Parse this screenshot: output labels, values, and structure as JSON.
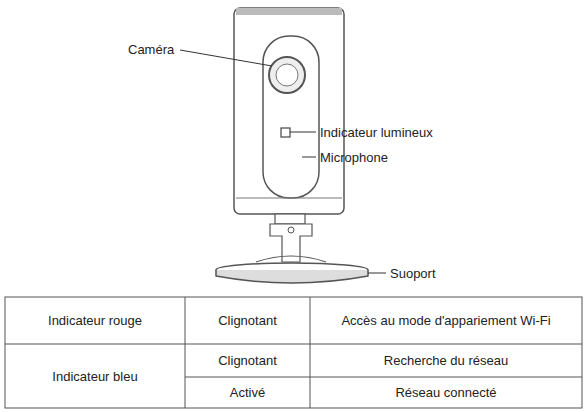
{
  "diagram": {
    "labels": [
      "Caméra",
      "Indicateur lumineux",
      "Microphone",
      "Suoport",
      "Indicateur rouge",
      "Clignotant",
      "Accès au mode d'appariement Wi-Fi",
      "Indicateur bleu",
      "Clignotant",
      "Recherche du réseau",
      "Activé",
      "Réseau connecté"
    ]
  }
}
